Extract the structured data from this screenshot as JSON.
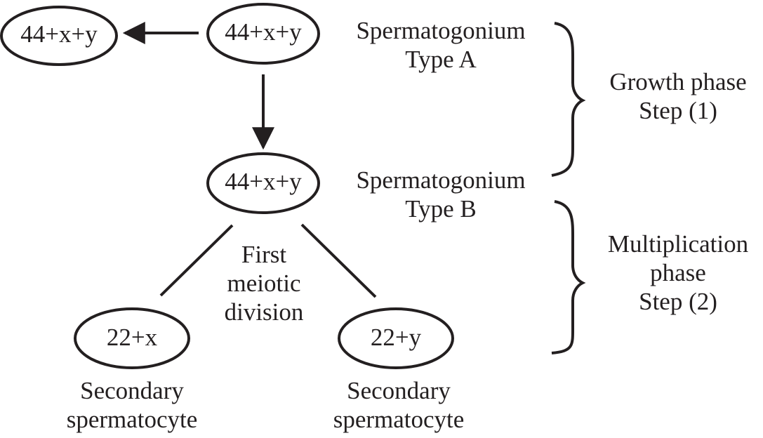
{
  "cells": {
    "cell_left": "44+x+y",
    "cell_type_a": "44+x+y",
    "cell_type_b": "44+x+y",
    "cell_sec_x": "22+x",
    "cell_sec_y": "22+y"
  },
  "labels": {
    "type_a": {
      "line1": "Spermatogonium",
      "line2": "Type A"
    },
    "type_b": {
      "line1": "Spermatogonium",
      "line2": "Type B"
    },
    "division": {
      "line1": "First",
      "line2": "meiotic",
      "line3": "division"
    },
    "secondary_left": {
      "line1": "Secondary",
      "line2": "spermatocyte"
    },
    "secondary_right": {
      "line1": "Secondary",
      "line2": "spermatocyte"
    }
  },
  "phases": {
    "growth": {
      "line1": "Growth phase",
      "line2": "Step (1)"
    },
    "multiplication": {
      "line1": "Multiplication",
      "line2": "phase",
      "line3": "Step (2)"
    }
  },
  "colors": {
    "ink": "#231f20",
    "background": "#ffffff"
  }
}
